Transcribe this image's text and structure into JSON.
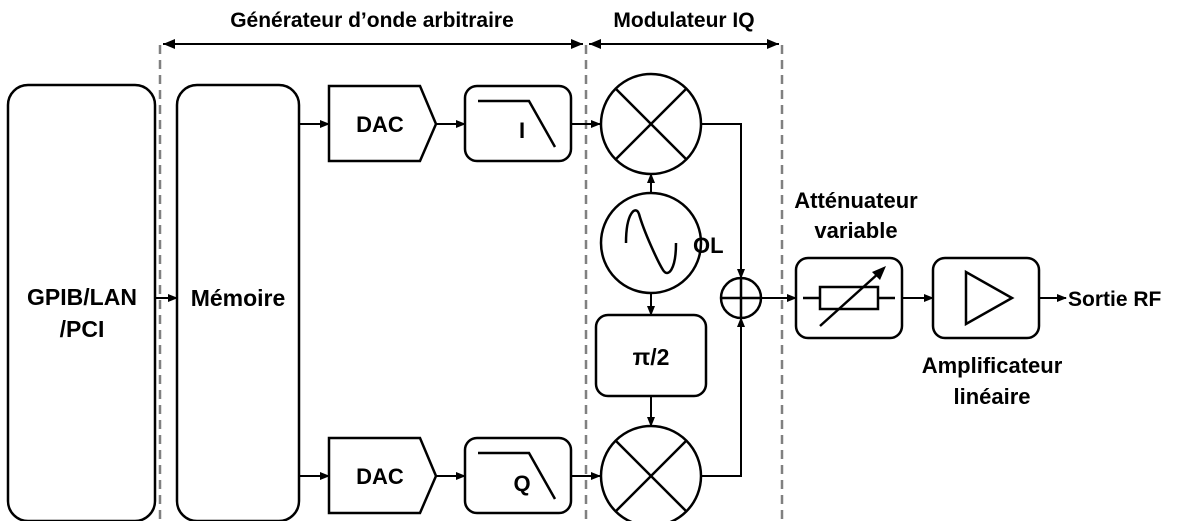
{
  "sections": {
    "awg": "Générateur d’onde arbitraire",
    "iq": "Modulateur IQ"
  },
  "blocks": {
    "interface_line1": "GPIB/LAN",
    "interface_line2": "/PCI",
    "memory": "Mémoire",
    "dac_i": "DAC",
    "dac_q": "DAC",
    "filter_i": "I",
    "filter_q": "Q",
    "lo": "OL",
    "phase_shift": "π/2",
    "attenuator_line1": "Atténuateur",
    "attenuator_line2": "variable",
    "amplifier_line1": "Amplificateur",
    "amplifier_line2": "linéaire",
    "output": "Sortie RF"
  },
  "colors": {
    "stroke": "#000000",
    "divider": "#808080"
  }
}
